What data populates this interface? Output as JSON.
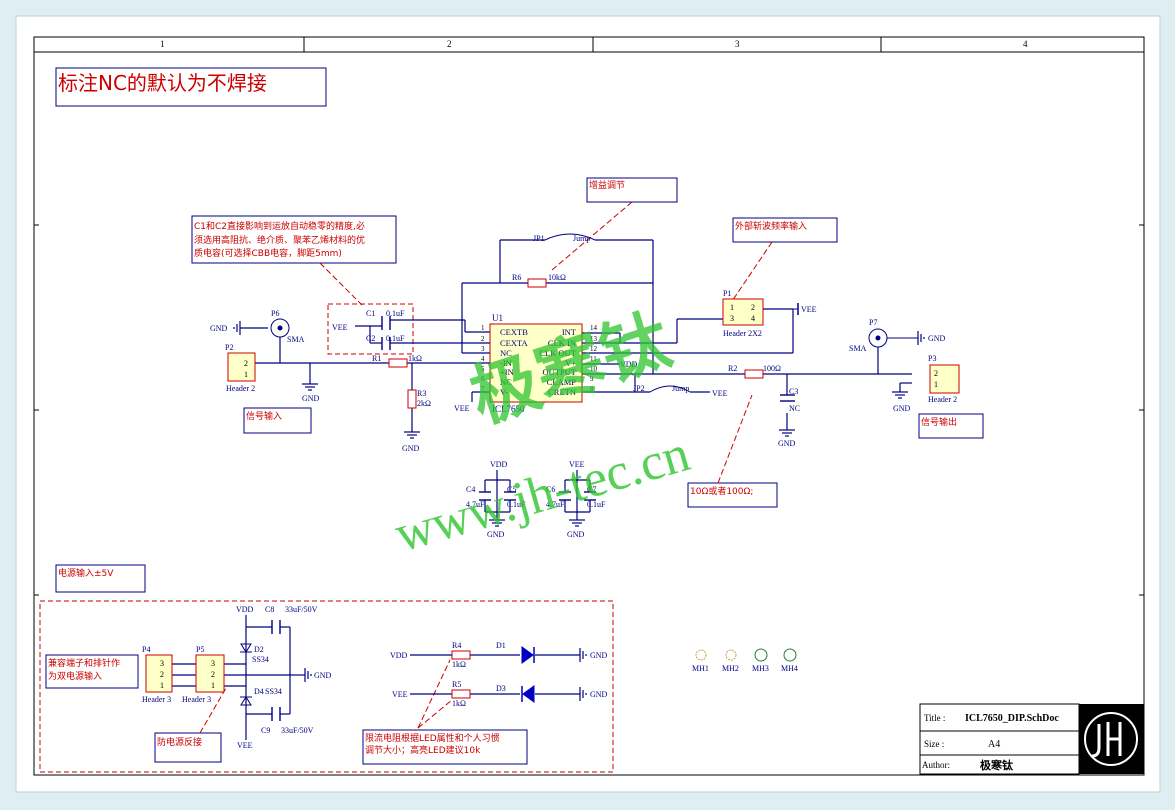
{
  "title_note": "标注NC的默认为不焊接",
  "zones": [
    "1",
    "2",
    "3",
    "4"
  ],
  "notes": {
    "c1c2": [
      "C1和C2直接影响到运放自动稳零的精度,必",
      "须选用高阻抗、绝介质、聚苯乙烯材料的优",
      "质电容(可选择CBB电容，脚距5mm)"
    ],
    "gain": "增益调节",
    "ext_freq": "外部斩波频率输入",
    "r2_note": "10Ω或者100Ω;",
    "sig_in": "信号输入",
    "sig_out": "信号输出",
    "power_in": "电源输入±5V",
    "header_note": [
      "兼容端子和排针作",
      "为双电源输入"
    ],
    "reverse": "防电源反接",
    "led_note": [
      "限流电阻根据LED属性和个人习惯",
      "调节大小；高亮LED建议10k"
    ]
  },
  "labels": {
    "gnd": "GND",
    "vee": "VEE",
    "vdd": "VDD",
    "sma": "SMA",
    "nc": "NC",
    "p6": "P6",
    "p7": "P7",
    "p2": "P2",
    "p3": "P3",
    "p1": "P1",
    "p4": "P4",
    "p5": "P5",
    "header2": "Header 2",
    "header2x2": "Header 2X2",
    "header3": "Header 3",
    "u1": "U1",
    "ic": "ICL7650",
    "pins_left": [
      "CEXTB",
      "CEXTA",
      "NC",
      "-IN",
      "+IN",
      "NC",
      "V-"
    ],
    "pins_left_no": [
      "1",
      "2",
      "3",
      "4",
      "5",
      "6",
      "7"
    ],
    "pins_right": [
      "INT",
      "CLK IN",
      "CLK OUT",
      "V+",
      "OUTPUT",
      "CLAMP",
      "CRETN"
    ],
    "pins_right_no": [
      "14",
      "13",
      "12",
      "11",
      "10",
      "9",
      "8"
    ],
    "jp1": "JP1",
    "jp2": "JP2",
    "jump": "Jump",
    "r6": "R6",
    "r6v": "10kΩ",
    "r1": "R1",
    "r1v": "1kΩ",
    "r3": "R3",
    "r3v": "2kΩ",
    "r2": "R2",
    "r2v": "100Ω",
    "c1": "C1",
    "c2": "C2",
    "cv": "0.1uF",
    "c3": "C3",
    "c4": "C4",
    "c5": "C5",
    "c6": "C6",
    "c7": "C7",
    "c4v": "4.7uF",
    "c5v": "0.1uF",
    "c8": "C8",
    "c9": "C9",
    "c8v": "33uF/50V",
    "d2": "D2",
    "d4": "D4",
    "ss34": "SS34",
    "r4": "R4",
    "r5": "R5",
    "rled": "1kΩ",
    "d1": "D1",
    "d3": "D3",
    "mh": [
      "MH1",
      "MH2",
      "MH3",
      "MH4"
    ],
    "p1pins": [
      "1",
      "2",
      "3",
      "4"
    ]
  },
  "titleblock": {
    "title_label": "Title :",
    "title": "ICL7650_DIP.SchDoc",
    "size_label": "Size :",
    "size": "A4",
    "author_label": "Author:",
    "author": "极寒钛"
  },
  "watermark": {
    "cn": "极寒钛",
    "url": "www.jh-tec.cn"
  },
  "colors": {
    "wire": "#000080",
    "note": "#cc0000",
    "part": "#ffffc8",
    "watermark": "#2dc42d"
  }
}
